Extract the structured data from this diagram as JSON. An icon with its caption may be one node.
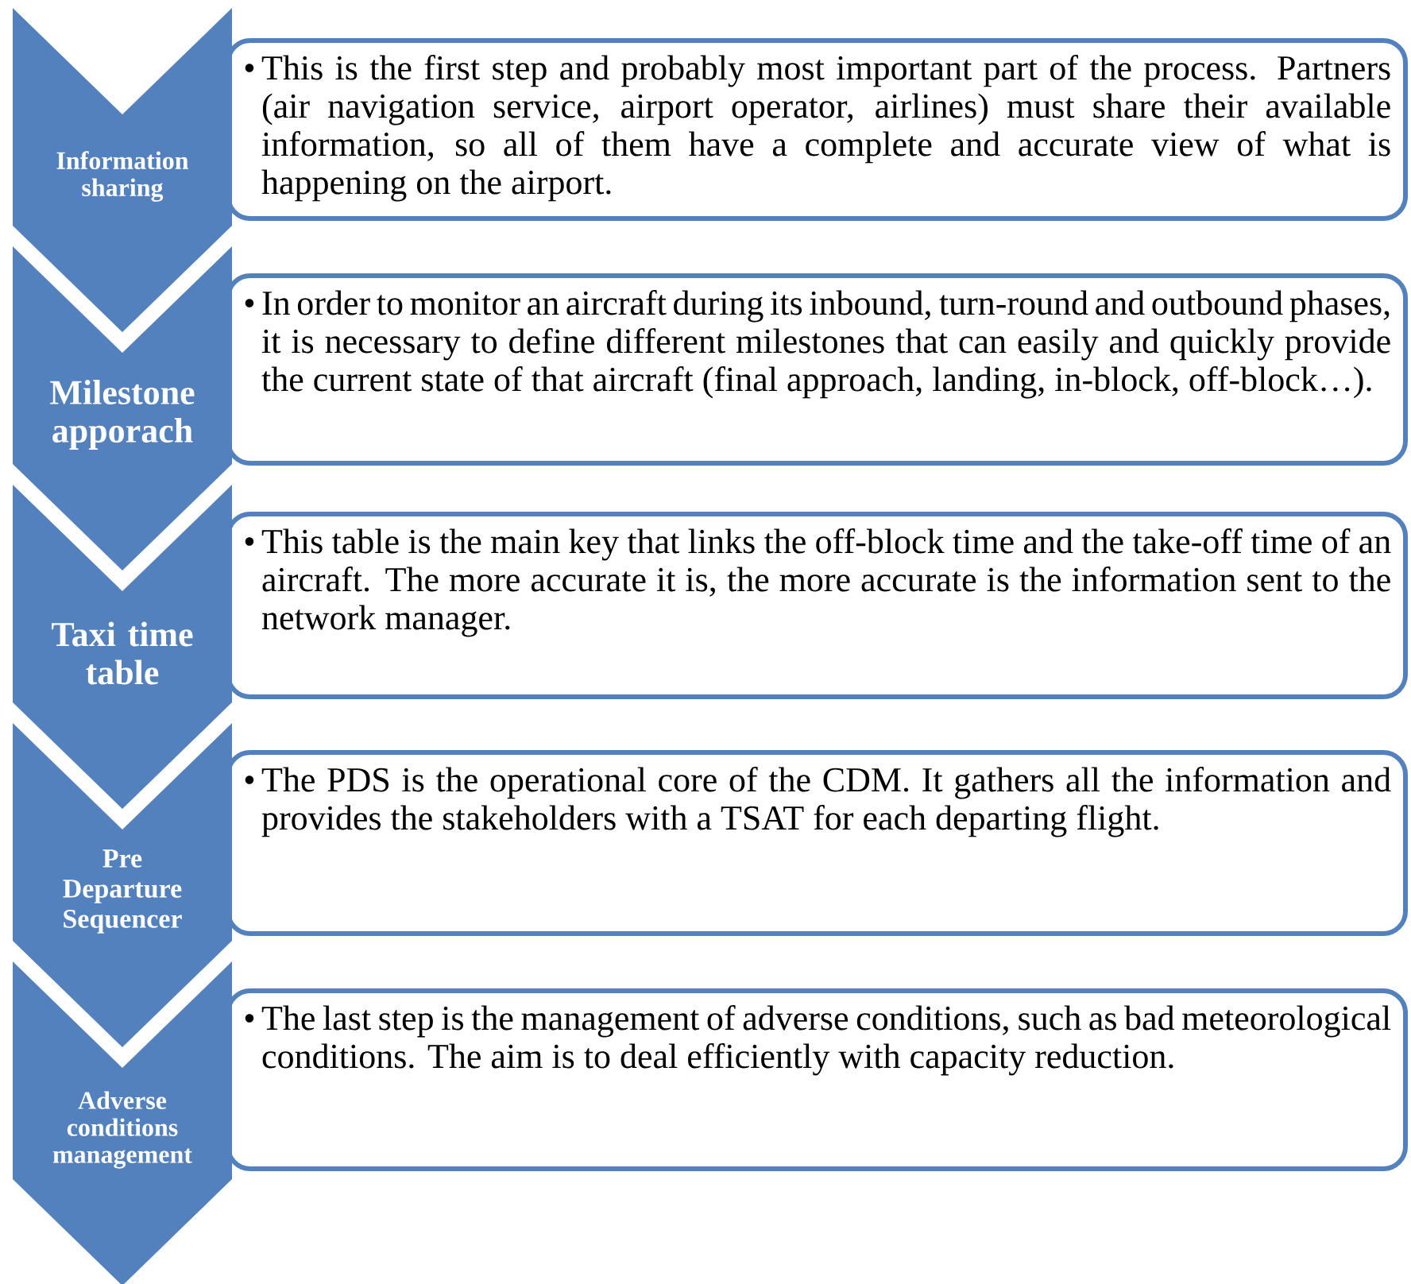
{
  "diagram": {
    "nodes": [
      {
        "text": [
          "Information sharing"
        ]
      },
      {
        "text": [
          "•",
          "This is the first step and probably most important part of the process. Partners (air navigation service, airport operator, airlines) must share their available information, so all of them have a complete and accurate view of what is happening on the airport."
        ]
      },
      {
        "text": [
          "Milestone apporach"
        ]
      },
      {
        "text": [
          "•",
          "In order to monitor an aircraft during its inbound, turn-round and outbound phases, it is necessary to define different milestones that can easily and quickly provide the current state of that aircraft (final approach, landing, in-block, off-block…)."
        ]
      },
      {
        "text": [
          "Taxi time table"
        ]
      },
      {
        "text": [
          "•",
          "This table is the main key that links the off-block time and the take-off time of an aircraft. The more accurate it is, the more accurate is the information sent to the network manager."
        ]
      },
      {
        "text": [
          "Pre Departure Sequencer"
        ]
      },
      {
        "text": [
          "•",
          "The PDS is the operational core of the CDM. It gathers all the information and provides the stakeholders with a TSAT for each departing flight."
        ]
      },
      {
        "text": [
          "Adverse conditions management"
        ]
      },
      {
        "text": [
          "•",
          "The last step is the management of adverse conditions, such as bad meteorological conditions. The aim is to deal efficiently with capacity reduction."
        ]
      }
    ]
  }
}
